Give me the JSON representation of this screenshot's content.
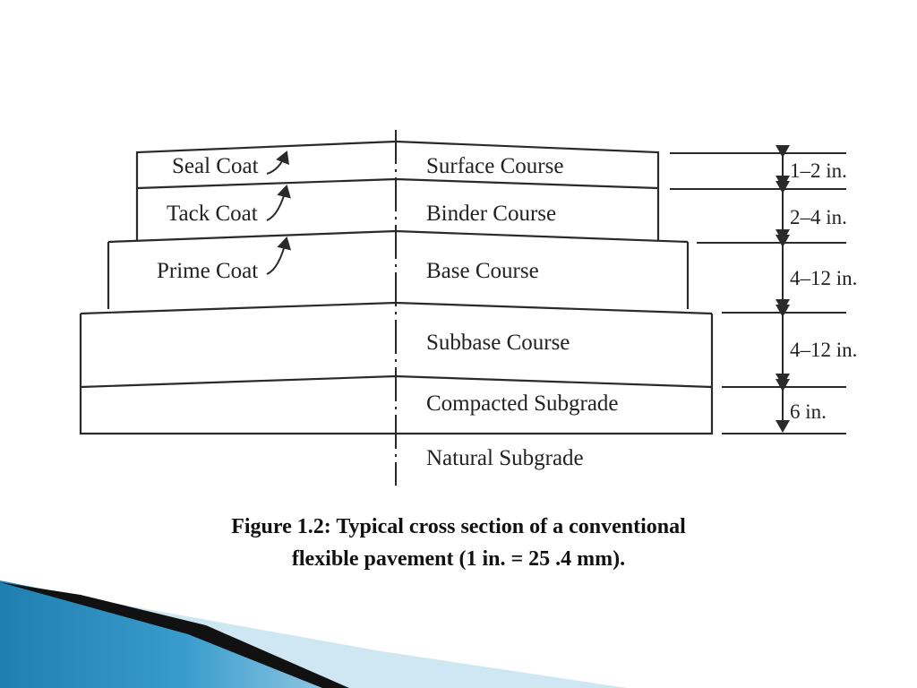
{
  "diagram": {
    "layers": [
      {
        "course": "Surface Course",
        "coat": "Seal Coat",
        "thickness": "1–2 in."
      },
      {
        "course": "Binder Course",
        "coat": "Tack Coat",
        "thickness": "2–4 in."
      },
      {
        "course": "Base Course",
        "coat": "Prime Coat",
        "thickness": "4–12 in."
      },
      {
        "course": "Subbase Course",
        "coat": "",
        "thickness": "4–12 in."
      },
      {
        "course": "Compacted Subgrade",
        "coat": "",
        "thickness": "6 in."
      },
      {
        "course": "Natural Subgrade",
        "coat": "",
        "thickness": ""
      }
    ]
  },
  "caption": {
    "line1": "Figure 1.2: Typical cross section of a conventional",
    "line2": "flexible pavement (1 in. = 25 .4 mm)."
  },
  "colors": {
    "line": "#2a2a2a",
    "text": "#222222",
    "decor_blue": "#1f7fb0",
    "decor_light": "#bfe0ef",
    "decor_dark": "#111111"
  }
}
